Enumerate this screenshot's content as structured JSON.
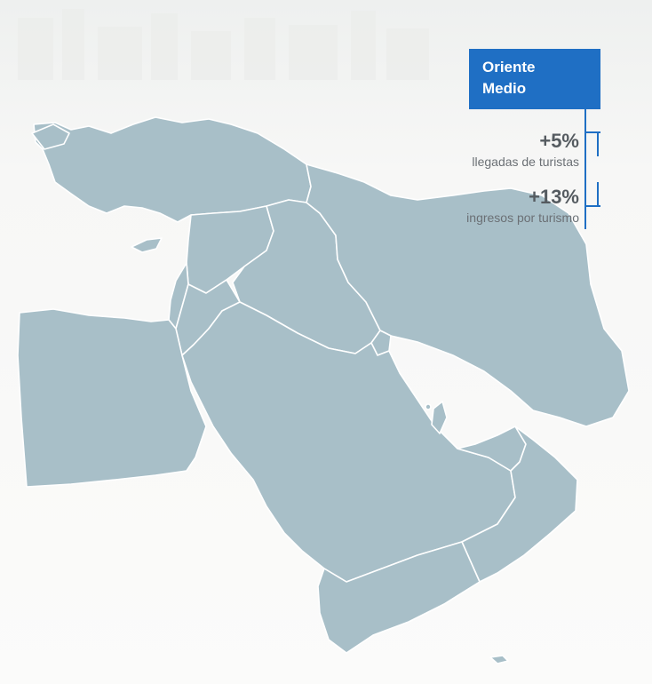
{
  "region": {
    "name_line1": "Oriente",
    "name_line2": "Medio"
  },
  "stats": [
    {
      "value": "+5%",
      "label": "llegadas de turistas"
    },
    {
      "value": "+13%",
      "label": "ingresos por turismo"
    }
  ],
  "colors": {
    "accent": "#1f6fc4",
    "land": "#a8bfc8",
    "borders": "#ffffff",
    "text_value": "#555b60",
    "text_label": "#6b7075"
  }
}
